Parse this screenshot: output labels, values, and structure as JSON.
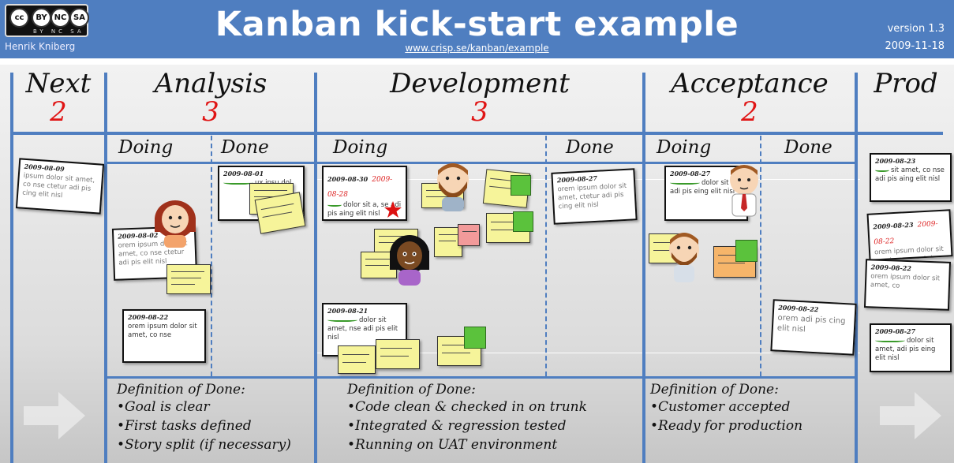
{
  "header": {
    "license_icon_labels": [
      "cc",
      "BY",
      "NC",
      "SA"
    ],
    "license_sub": "BY NC SA",
    "author": "Henrik Kniberg",
    "title": "Kanban kick-start example",
    "url": "www.crisp.se/kanban/example",
    "version": "version 1.3",
    "date": "2009-11-18"
  },
  "columns": [
    {
      "name": "Next",
      "wip": "2"
    },
    {
      "name": "Analysis",
      "wip": "3",
      "doing": "Doing",
      "done": "Done"
    },
    {
      "name": "Development",
      "wip": "3",
      "doing": "Doing",
      "done": "Done"
    },
    {
      "name": "Acceptance",
      "wip": "2",
      "doing": "Doing",
      "done": "Done"
    },
    {
      "name": "Prod"
    }
  ],
  "definitions": [
    {
      "title": "Definition of Done:",
      "items": [
        "Goal is clear",
        "First tasks defined",
        "Story split (if necessary)"
      ]
    },
    {
      "title": "Definition of Done:",
      "items": [
        "Code clean & checked in on trunk",
        "Integrated & regression tested",
        "Running on UAT environment"
      ]
    },
    {
      "title": "Definition of Done:",
      "items": [
        "Customer accepted",
        "Ready for production"
      ]
    }
  ],
  "cards": {
    "next_1": {
      "date": "2009-08-09",
      "text": "ipsum dolor sit amet, co nse ctetur adi pis cing elit nisl"
    },
    "analysis_doing_1": {
      "date": "2009-08-02",
      "text": "orem ipsum dolor sit amet, co nse ctetur adi pis elit nisl"
    },
    "analysis_doing_2": {
      "date": "2009-08-22",
      "text": "orem ipsum dolor sit amet, co nse"
    },
    "analysis_done_1": {
      "date": "2009-08-01",
      "text": "ux ipsu dol"
    },
    "dev_doing_1": {
      "date": "2009-08-30",
      "date2": "2009-08-28",
      "text": "dolor sit a, se adi pis aing elit nisl"
    },
    "dev_doing_2": {
      "date": "2009-08-21",
      "text": "dolor sit amet, nse adi pis elit nisl"
    },
    "dev_done_1": {
      "date": "2009-08-27",
      "text": "orem ipsum dolor sit amet, ctetur adi pis cing elit nisl"
    },
    "acc_doing_1": {
      "date": "2009-08-27",
      "text": "dolor sit a, adi pis eing elit nisl"
    },
    "acc_done_1": {
      "date": "2009-08-22",
      "text": "orem adi pis cing elit nisl"
    },
    "prod_1": {
      "date": "2009-08-23",
      "text": "sit amet, co nse adi pis aing elit nisl"
    },
    "prod_2": {
      "date": "2009-08-23",
      "date2": "2009-08-22",
      "text": "orem ipsum dolor sit amet, co nse ctetur adi pis cing elit nisl"
    },
    "prod_3": {
      "date": "2009-08-22",
      "text": "orem ipsum dolor sit amet, co"
    },
    "prod_4": {
      "date": "2009-08-27",
      "text": "dolor sit amet, adi pis eing elit nisl"
    }
  },
  "colors": {
    "accent": "#4f7ec0",
    "wip": "#e01515",
    "sticky": "#f6f49a",
    "green": "#5bc23c"
  }
}
